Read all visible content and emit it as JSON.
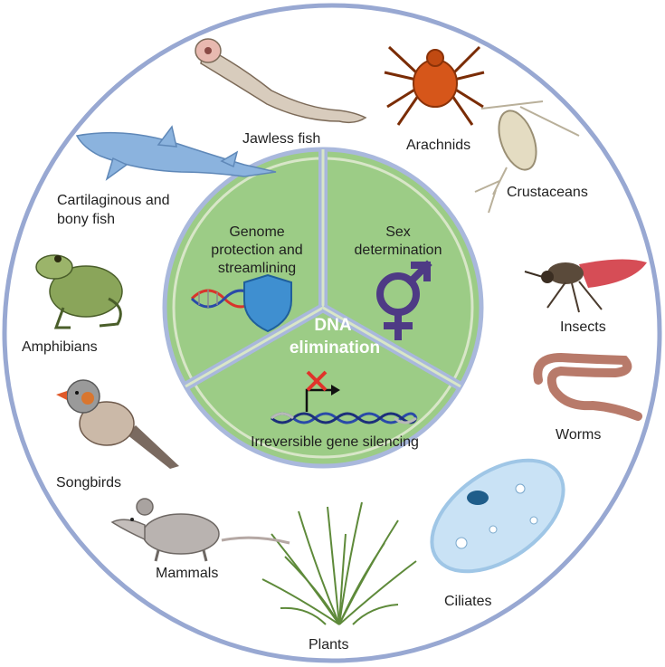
{
  "center": {
    "title_line1": "DNA",
    "title_line2": "elimination"
  },
  "functions": {
    "genome_protection": [
      "Genome",
      "protection and",
      "streamlining"
    ],
    "sex_determination": [
      "Sex",
      "determination"
    ],
    "gene_silencing": [
      "Irreversible gene silencing"
    ]
  },
  "organisms": {
    "jawless_fish": "Jawless fish",
    "arachnids": "Arachnids",
    "crustaceans": "Crustaceans",
    "insects": "Insects",
    "worms": "Worms",
    "ciliates": "Ciliates",
    "plants": "Plants",
    "mammals": "Mammals",
    "songbirds": "Songbirds",
    "amphibians": "Amphibians",
    "cartilaginous_fish": [
      "Cartilaginous and",
      "bony fish"
    ]
  },
  "colors": {
    "outer_ring": "#98a8d2",
    "pie_fill": "#9ccc86",
    "pie_border": "#a9b8dc",
    "sex_symbol": "#4e3a85",
    "shield": "#3f8fd0",
    "dna_red": "#d9342b",
    "dna_blue": "#2a4aa8"
  },
  "icons": {
    "sex_symbol": "male-female-symbol-icon",
    "shield": "shield-icon",
    "promoter_blocked": "blocked-promoter-icon"
  }
}
